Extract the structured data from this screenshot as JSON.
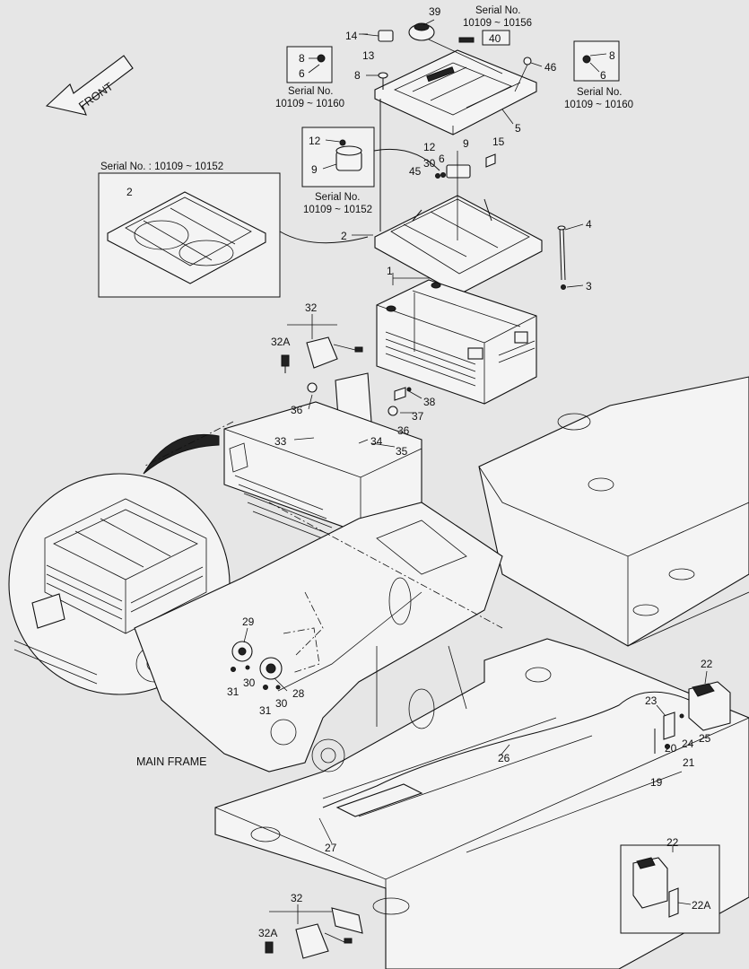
{
  "front_arrow": {
    "text": "FRONT"
  },
  "serials": {
    "top_right": "Serial No.\n10109 ~ 10156",
    "top_left": "Serial No.\n10109 ~ 10160",
    "right": "Serial No.\n10109 ~ 10160",
    "mid": "Serial No.\n10109 ~ 10152",
    "frame_box": "Serial No. : 10109 ~ 10152"
  },
  "main_frame_label": "MAIN FRAME",
  "callouts": {
    "c39": "39",
    "c14": "14",
    "c13": "13",
    "c40": "40",
    "c8a": "8",
    "c6a": "6",
    "c8b": "8",
    "c8c": "8",
    "c6c": "6",
    "c46": "46",
    "c5": "5",
    "c12a": "12",
    "c9a": "9",
    "c12b": "12",
    "c9b": "9",
    "c15": "15",
    "c30a": "30",
    "c6b": "6",
    "c45": "45",
    "c2a": "2",
    "c2b": "2",
    "c4": "4",
    "c3": "3",
    "c1": "1",
    "c32a": "32",
    "c32Aa": "32A",
    "c38": "38",
    "c36a": "36",
    "c37": "37",
    "c36b": "36",
    "c33": "33",
    "c34": "34",
    "c35": "35",
    "c29": "29",
    "c31a": "31",
    "c30b": "30",
    "c28": "28",
    "c31b": "31",
    "c30c": "30",
    "c22a": "22",
    "c23": "23",
    "c24": "24",
    "c25": "25",
    "c20": "20",
    "c21": "21",
    "c19": "19",
    "c26": "26",
    "c27": "27",
    "c22b": "22",
    "c22A": "22A",
    "c32b": "32",
    "c32Ab": "32A"
  }
}
